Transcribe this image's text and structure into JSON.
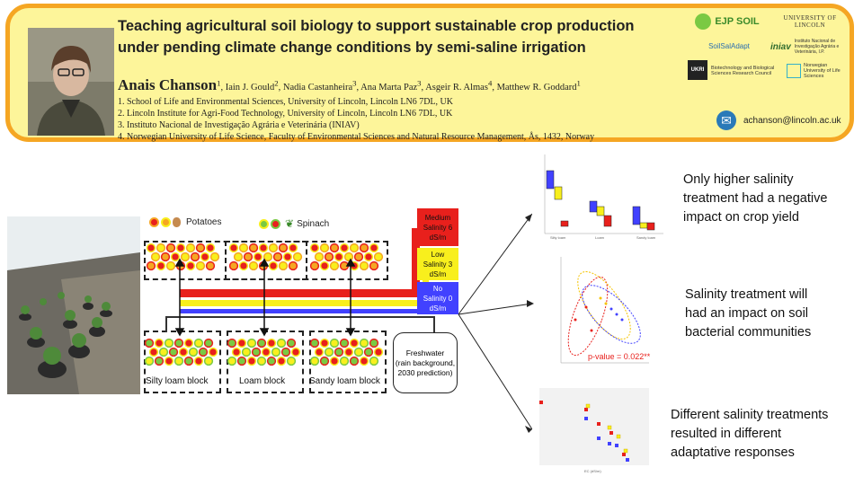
{
  "title": "Teaching agricultural soil biology to support sustainable crop production under pending climate change conditions by semi-saline irrigation",
  "authors": {
    "main": "Anais Chanson",
    "main_sup": "1",
    "others": [
      {
        "name": "Iain J. Gould",
        "sup": "2"
      },
      {
        "name": "Nadia Castanheira",
        "sup": "3"
      },
      {
        "name": "Ana Marta Paz",
        "sup": "3"
      },
      {
        "name": "Asgeir R. Almas",
        "sup": "4"
      },
      {
        "name": "Matthew R. Goddard",
        "sup": "1"
      }
    ]
  },
  "affiliations": [
    "1. School of Life and Environmental Sciences, University of Lincoln, Lincoln LN6 7DL, UK",
    "2. Lincoln Institute for Agri-Food Technology, University of Lincoln, Lincoln LN6 7DL, UK",
    "3. Instituto Nacional de Investigação Agrária e Veterinária (INIAV)",
    "4. Norwegian University of Life Science, Faculty of Environmental Sciences and Natural Resource Management, Ås, 1432, Norway"
  ],
  "logos": {
    "ejp": "EJP SOIL",
    "lincoln": "UNIVERSITY OF LINCOLN",
    "soilsaladapt": "SoilSalAdapt",
    "iniav": "iniav",
    "iniav_text": "Instituto Nacional de Investigação Agrária e Veterinária, I.P.",
    "ukri": "UKRI",
    "bbsrc": "Biotechnology and Biological Sciences Research Council",
    "nmbu": "Norwegian University of Life Sciences"
  },
  "email": "achanson@lincoln.ac.uk",
  "diagram": {
    "legend_potatoes": "Potatoes",
    "legend_spinach": "Spinach",
    "blocks": [
      "Silty loam block",
      "Loam block",
      "Sandy loam block"
    ],
    "salinity": [
      {
        "label": "Medium Salinity 6 dS/m",
        "l1": "Medium",
        "l2": "Salinity 6",
        "l3": "dS/m",
        "color": "#e8201c"
      },
      {
        "label": "Low Salinity 3 dS/m",
        "l1": "Low",
        "l2": "Salinity 3",
        "l3": "dS/m",
        "color": "#f8ef1d"
      },
      {
        "label": "No Salinity 0 dS/m",
        "l1": "No",
        "l2": "Salinity 0",
        "l3": "dS/m",
        "color": "#4141ff"
      }
    ],
    "freshwater": {
      "l1": "Freshwater",
      "l2": "(rain background,",
      "l3": "2030 prediction)"
    }
  },
  "findings": [
    "Only higher salinity treatment had a negative impact on crop yield",
    "Salinity treatment will had an impact on soil bacterial communities",
    "Different salinity treatments resulted in different adaptative responses"
  ],
  "findings_lines": [
    [
      "Only higher salinity",
      "treatment had a negative",
      "impact on crop yield"
    ],
    [
      "Salinity treatment will",
      "had an impact on soil",
      "bacterial communities"
    ],
    [
      "Different salinity treatments",
      "resulted in different",
      "adaptative responses"
    ]
  ],
  "panels": {
    "boxplot_categories": [
      "Silty loam",
      "Loam",
      "Sandy loam"
    ],
    "pcoa_annotation": "p-value = 0.022**",
    "scatter_xlabel": "EC (dS/m)"
  },
  "colors": {
    "border": "#f5a623",
    "header_bg": "#fdf59a",
    "potato_colors": [
      "#e8201c",
      "#f8ef1d",
      "#f5a623"
    ],
    "spinach_colors": [
      "#7ac943",
      "#e8201c",
      "#f8ef1d"
    ]
  }
}
